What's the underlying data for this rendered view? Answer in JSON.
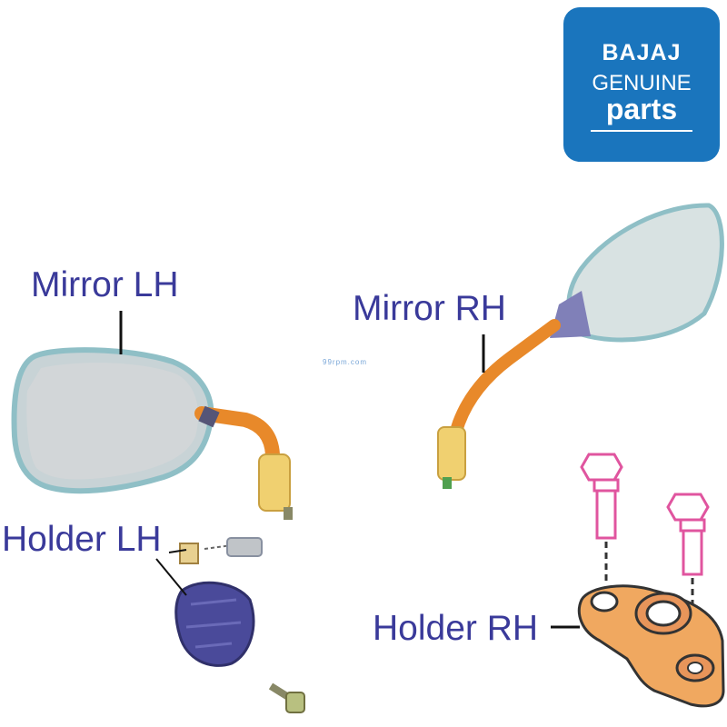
{
  "logo": {
    "line1": "BAJAJ",
    "line2": "GENUINE",
    "line3": "parts",
    "color": "#1a75bd"
  },
  "labels": {
    "mirror_lh": "Mirror LH",
    "mirror_rh": "Mirror RH",
    "holder_lh": "Holder LH",
    "holder_rh": "Holder RH"
  },
  "watermark": "99rpm.com",
  "colors": {
    "label": "#3a3a9a",
    "mirror_stem": "#e8892a",
    "holder_rh": "#f0a860",
    "bolt": "#e0559f",
    "holder_lh": "#4a4a9a"
  }
}
